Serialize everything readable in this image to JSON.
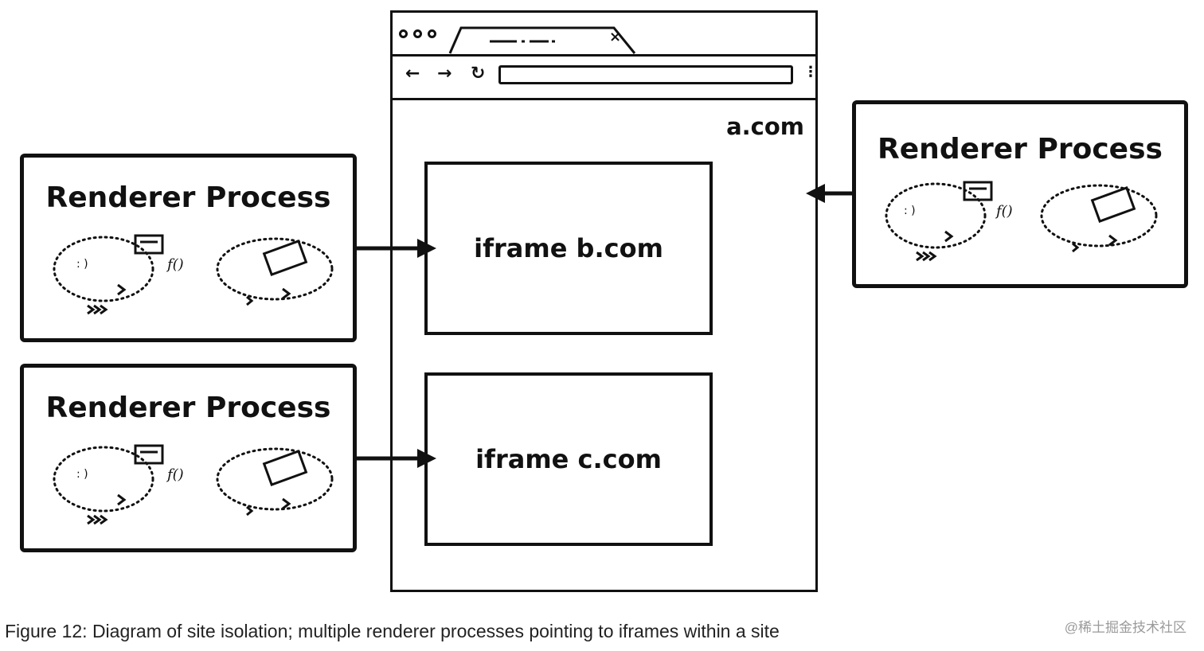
{
  "browser": {
    "site": "a.com",
    "tab_close": "×",
    "back_icon": "back-arrow-icon",
    "forward_icon": "forward-arrow-icon",
    "reload_icon": "reload-icon",
    "menu_icon": "kebab-menu-icon"
  },
  "iframes": [
    {
      "label": "iframe b.com"
    },
    {
      "label": "iframe c.com"
    }
  ],
  "renderers": [
    {
      "title": "Renderer Process"
    },
    {
      "title": "Renderer Process"
    },
    {
      "title": "Renderer Process"
    }
  ],
  "caption": "Figure 12: Diagram of site isolation; multiple renderer processes pointing to iframes within a site",
  "watermark": "@稀土掘金技术社区"
}
